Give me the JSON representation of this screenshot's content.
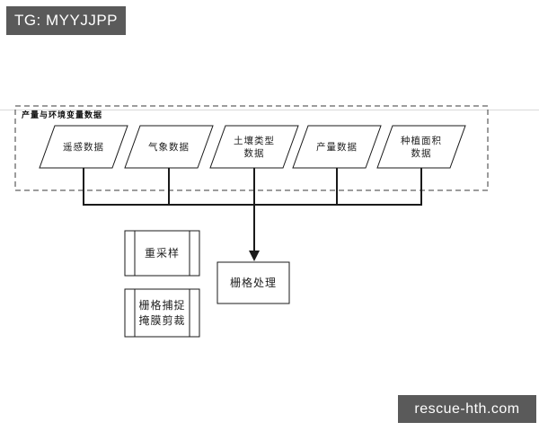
{
  "overlays": {
    "top_left_tag": "TG: MYYJJPP",
    "bottom_right_tag": "rescue-hth.com"
  },
  "diagram": {
    "group_title": "产量与环境变量数据",
    "sources": [
      {
        "label": "遥感数据"
      },
      {
        "label": "气象数据"
      },
      {
        "label": "土壤类型\n数据"
      },
      {
        "label": "产量数据"
      },
      {
        "label": "种植面积\n数据"
      }
    ],
    "steps": {
      "resample": "重采样",
      "snap_clip": "栅格捕捉\n掩膜剪裁",
      "raster_process": "栅格处理"
    }
  },
  "colors": {
    "badge_bg": "#5a5a5a",
    "badge_text": "#ffffff",
    "line": "#1a1a1a",
    "faint_rule": "#d9d9d9",
    "background": "#ffffff"
  }
}
